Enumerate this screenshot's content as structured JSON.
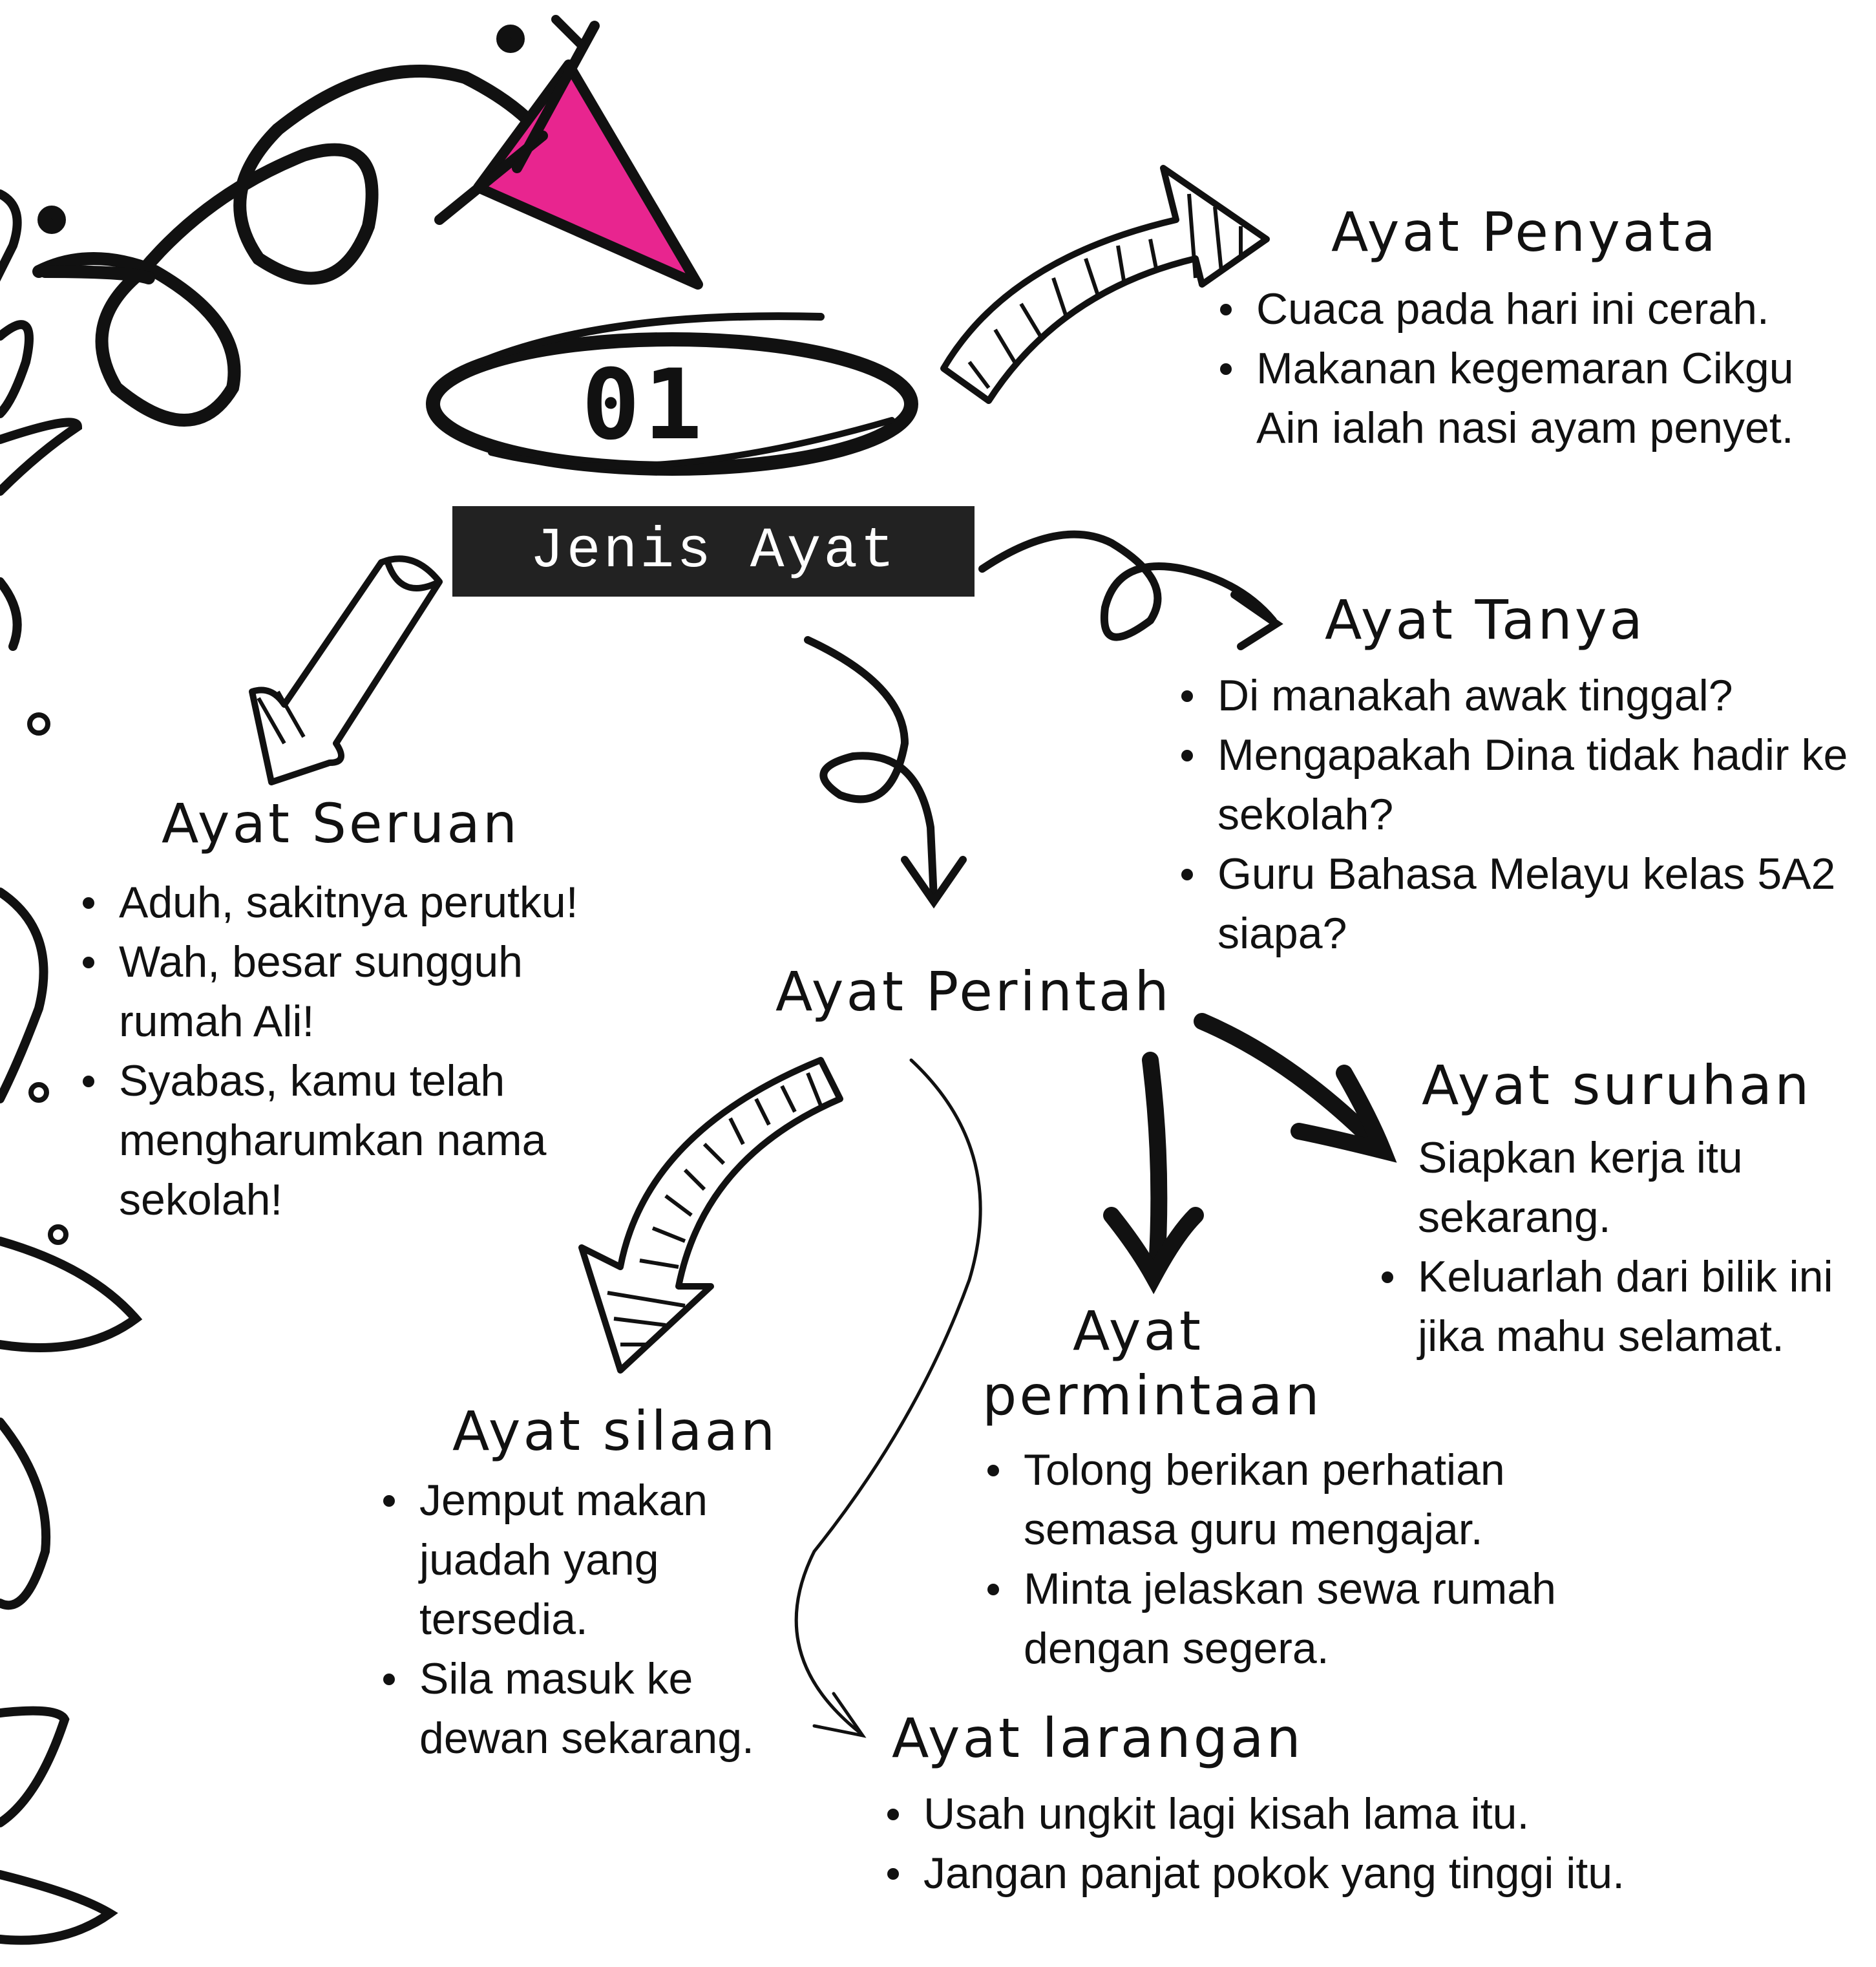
{
  "diagram": {
    "number": "01",
    "title": "Jenis Ayat",
    "accent_color": "#E8258F",
    "penyata": {
      "heading": "Ayat Penyata",
      "items": [
        "Cuaca pada hari ini cerah.",
        "Makanan kegemaran Cikgu Ain ialah nasi ayam penyet."
      ]
    },
    "tanya": {
      "heading": "Ayat Tanya",
      "items": [
        "Di manakah awak tinggal?",
        "Mengapakah Dina tidak hadir ke sekolah?",
        "Guru Bahasa Melayu kelas 5A2 siapa?"
      ]
    },
    "seruan": {
      "heading": "Ayat Seruan",
      "items": [
        "Aduh, sakitnya perutku!",
        "Wah, besar sungguh rumah Ali!",
        "Syabas, kamu telah mengharumkan nama sekolah!"
      ]
    },
    "perintah": {
      "heading": "Ayat Perintah"
    },
    "suruhan": {
      "heading": "Ayat suruhan",
      "items": [
        "Siapkan kerja itu sekarang.",
        "Keluarlah dari bilik ini jika mahu selamat."
      ]
    },
    "permintaan": {
      "heading_line1": "Ayat",
      "heading_line2": "permintaan",
      "items": [
        "Tolong berikan perhatian semasa guru mengajar.",
        "Minta jelaskan sewa rumah dengan segera."
      ]
    },
    "silaan": {
      "heading": "Ayat silaan",
      "items": [
        "Jemput makan juadah yang tersedia.",
        "Sila masuk ke dewan sekarang."
      ]
    },
    "larangan": {
      "heading": "Ayat larangan",
      "items": [
        "Usah ungkit lagi kisah lama itu.",
        "Jangan panjat pokok yang tinggi itu."
      ]
    }
  }
}
